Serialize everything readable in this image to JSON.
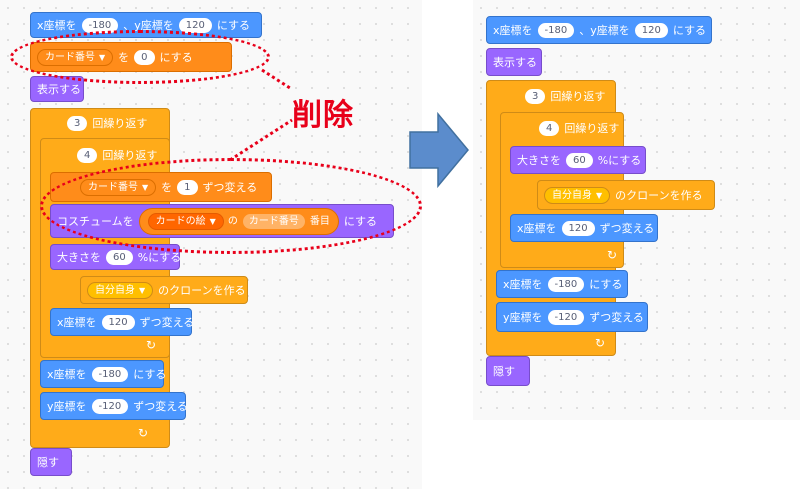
{
  "left": {
    "top_block": {
      "prefix": "x座標を",
      "x": "-180",
      "mid": "、y座標を",
      "y": "120",
      "suffix": "にする"
    },
    "set_var": {
      "var": "カード番号",
      "to": "を",
      "value": "0",
      "suffix": "にする"
    },
    "show": "表示する",
    "repeat_outer": {
      "count": "3",
      "label": "回繰り返す"
    },
    "repeat_inner": {
      "count": "4",
      "label": "回繰り返す"
    },
    "change_var": {
      "var": "カード番号",
      "by": "を",
      "value": "1",
      "suffix": "ずつ変える"
    },
    "costume": {
      "prefix": "コスチュームを",
      "list": "カードの絵",
      "of": "の",
      "var": "カード番号",
      "item": "番目",
      "suffix": "にする"
    },
    "size": {
      "prefix": "大きさを",
      "value": "60",
      "suffix": "%にする"
    },
    "clone": {
      "target": "自分自身",
      "suffix": "のクローンを作る"
    },
    "change_x": {
      "prefix": "x座標を",
      "value": "120",
      "suffix": "ずつ変える"
    },
    "set_x": {
      "prefix": "x座標を",
      "value": "-180",
      "suffix": "にする"
    },
    "change_y": {
      "prefix": "y座標を",
      "value": "-120",
      "suffix": "ずつ変える"
    },
    "hide": "隠す"
  },
  "right": {
    "top_block": {
      "prefix": "x座標を",
      "x": "-180",
      "mid": "、y座標を",
      "y": "120",
      "suffix": "にする"
    },
    "show": "表示する",
    "repeat_outer": {
      "count": "3",
      "label": "回繰り返す"
    },
    "repeat_inner": {
      "count": "4",
      "label": "回繰り返す"
    },
    "size": {
      "prefix": "大きさを",
      "value": "60",
      "suffix": "%にする"
    },
    "clone": {
      "target": "自分自身",
      "suffix": "のクローンを作る"
    },
    "change_x": {
      "prefix": "x座標を",
      "value": "120",
      "suffix": "ずつ変える"
    },
    "set_x": {
      "prefix": "x座標を",
      "value": "-180",
      "suffix": "にする"
    },
    "change_y": {
      "prefix": "y座標を",
      "value": "-120",
      "suffix": "ずつ変える"
    },
    "hide": "隠す"
  },
  "annotation": {
    "label": "削除"
  },
  "colors": {
    "highlight": "#e8001a",
    "arrow": "#5b8ccc",
    "motion": "#4c97ff",
    "looks": "#9966ff",
    "control": "#ffab19",
    "variables": "#ff8c1a"
  }
}
